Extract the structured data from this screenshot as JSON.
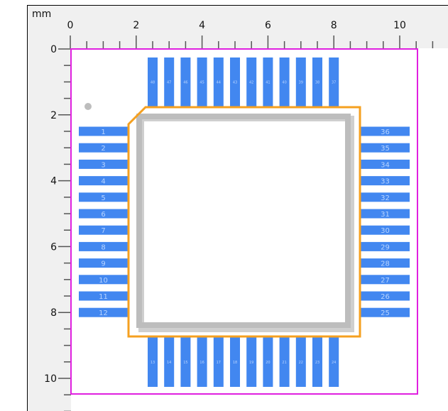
{
  "ruler": {
    "unit": "mm",
    "x_labels": [
      "0",
      "2",
      "4",
      "6",
      "8",
      "10"
    ],
    "y_labels": [
      "0",
      "2",
      "4",
      "6",
      "8",
      "10"
    ]
  },
  "footprint": {
    "left_pins": [
      "1",
      "2",
      "3",
      "4",
      "5",
      "6",
      "7",
      "8",
      "9",
      "10",
      "11",
      "12"
    ],
    "bottom_pins": [
      "13",
      "14",
      "15",
      "16",
      "17",
      "18",
      "19",
      "20",
      "21",
      "22",
      "23",
      "24"
    ],
    "right_pins": [
      "25",
      "26",
      "27",
      "28",
      "29",
      "30",
      "31",
      "32",
      "33",
      "34",
      "35",
      "36"
    ],
    "top_pins": [
      "37",
      "38",
      "39",
      "40",
      "41",
      "42",
      "43",
      "44",
      "45",
      "46",
      "47",
      "48"
    ]
  },
  "colors": {
    "pad": "#4287f0",
    "silkscreen": "#f5a020",
    "body": "#bdbdbd",
    "courtyard": "#e020e0",
    "ruler_bg": "#f0f0f0"
  }
}
